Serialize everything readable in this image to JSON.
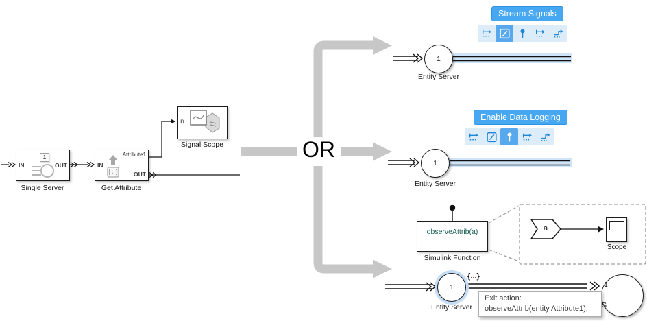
{
  "or_label": "OR",
  "blocks": {
    "single_server": {
      "label": "Single Server",
      "port_in": "IN",
      "port_out": "OUT",
      "capacity": "1"
    },
    "get_attribute": {
      "label": "Get Attribute",
      "port_in": "IN",
      "port_out": "OUT",
      "attribute_port": "Attribute1"
    },
    "signal_scope": {
      "label": "Signal Scope",
      "port_in": "in"
    }
  },
  "option_stream": {
    "callout": "Stream Signals",
    "server": {
      "value": "1",
      "label": "Entity Server"
    }
  },
  "option_log": {
    "callout": "Enable Data Logging",
    "server": {
      "value": "1",
      "label": "Entity Server"
    }
  },
  "option_function": {
    "function_block": {
      "prototype": "observeAttrib(a)",
      "label": "Simulink Function"
    },
    "argument": "a",
    "scope_label": "Scope",
    "server": {
      "value": "1",
      "label": "Entity Server"
    },
    "exit_badge": "{...}",
    "next_server": {
      "value": "1",
      "label_partial": "S"
    },
    "tooltip": {
      "line1": "Exit action:",
      "line2": "observeAttrib(entity.Attribute1);"
    }
  },
  "toolbar": {
    "icons": [
      "entity-path-icon",
      "scope-icon",
      "probe-icon",
      "entity-path-dotted-icon",
      "bent-path-icon"
    ],
    "stream_selected_icon": "scope-icon",
    "log_selected_icon": "probe-icon"
  },
  "colors": {
    "accent_blue": "#47a8f1",
    "toolbar_bg": "#dcecf9",
    "selected_icon_bg": "#57a8ec",
    "icon_blue": "#1e86d6",
    "gray_arrow": "#c7c7c7",
    "stream_highlight": "#cfe4f8",
    "function_text": "#1a5e54"
  }
}
